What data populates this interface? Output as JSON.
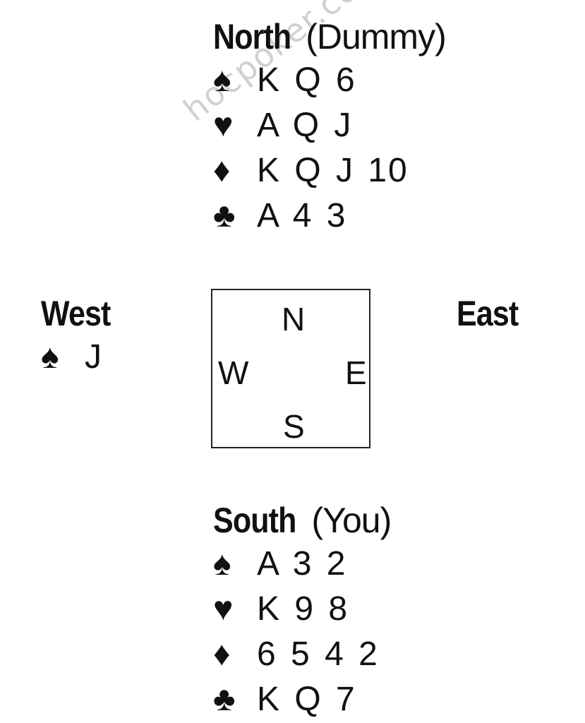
{
  "watermark": "hocpoker.com",
  "north": {
    "name": "North",
    "role": "(Dummy)",
    "suits": [
      {
        "symbol": "♠",
        "cards": "K Q 6",
        "icon": "spade-icon"
      },
      {
        "symbol": "♥",
        "cards": "A Q J",
        "icon": "heart-icon"
      },
      {
        "symbol": "♦",
        "cards": "K Q J 10",
        "icon": "diamond-icon"
      },
      {
        "symbol": "♣",
        "cards": "A 4 3",
        "icon": "club-icon"
      }
    ]
  },
  "west": {
    "name": "West",
    "suits": [
      {
        "symbol": "♠",
        "cards": "J",
        "icon": "spade-icon"
      }
    ]
  },
  "east": {
    "name": "East"
  },
  "compass": {
    "n": "N",
    "s": "S",
    "w": "W",
    "e": "E"
  },
  "south": {
    "name": "South",
    "role": "(You)",
    "suits": [
      {
        "symbol": "♠",
        "cards": "A 3 2",
        "icon": "spade-icon"
      },
      {
        "symbol": "♥",
        "cards": "K 9 8",
        "icon": "heart-icon"
      },
      {
        "symbol": "♦",
        "cards": "6 5 4 2",
        "icon": "diamond-icon"
      },
      {
        "symbol": "♣",
        "cards": "K Q 7",
        "icon": "club-icon"
      }
    ]
  }
}
